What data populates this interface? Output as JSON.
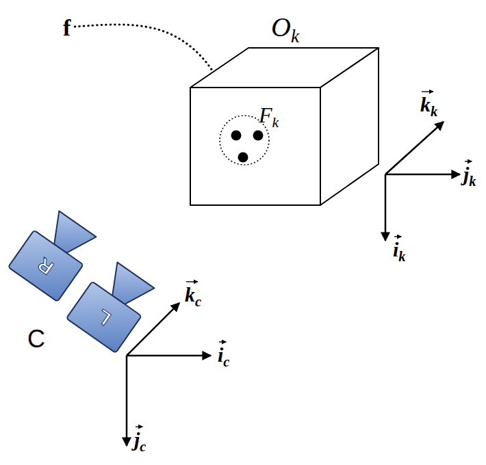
{
  "diagram": {
    "nodes": [
      {
        "text": [
          "Ok",
          "Fk"
        ]
      },
      {
        "text": [
          "R"
        ]
      },
      {
        "text": [
          "L"
        ]
      }
    ],
    "labels": [
      "f",
      "kk",
      "jk",
      "ik",
      "C",
      "kc",
      "ic",
      "jc"
    ]
  }
}
